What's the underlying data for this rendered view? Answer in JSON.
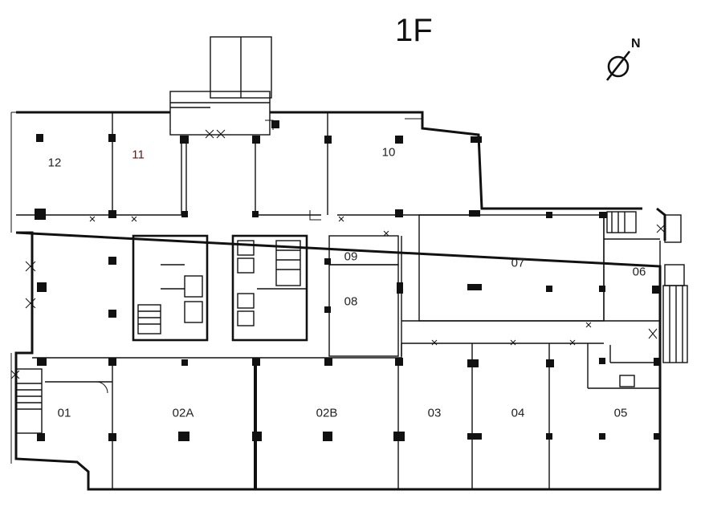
{
  "floor": {
    "title": "1F"
  },
  "compass": {
    "north_label": "N"
  },
  "rooms": [
    {
      "id": "01",
      "label": "01"
    },
    {
      "id": "02A",
      "label": "02A"
    },
    {
      "id": "02B",
      "label": "02B"
    },
    {
      "id": "03",
      "label": "03"
    },
    {
      "id": "04",
      "label": "04"
    },
    {
      "id": "05",
      "label": "05"
    },
    {
      "id": "06",
      "label": "06"
    },
    {
      "id": "07",
      "label": "07"
    },
    {
      "id": "08",
      "label": "08"
    },
    {
      "id": "09",
      "label": "09"
    },
    {
      "id": "10",
      "label": "10"
    },
    {
      "id": "11",
      "label": "11"
    },
    {
      "id": "12",
      "label": "12"
    }
  ],
  "colors": {
    "wall": "#111111",
    "background": "#ffffff",
    "label_alt": "#5b1a1a"
  }
}
